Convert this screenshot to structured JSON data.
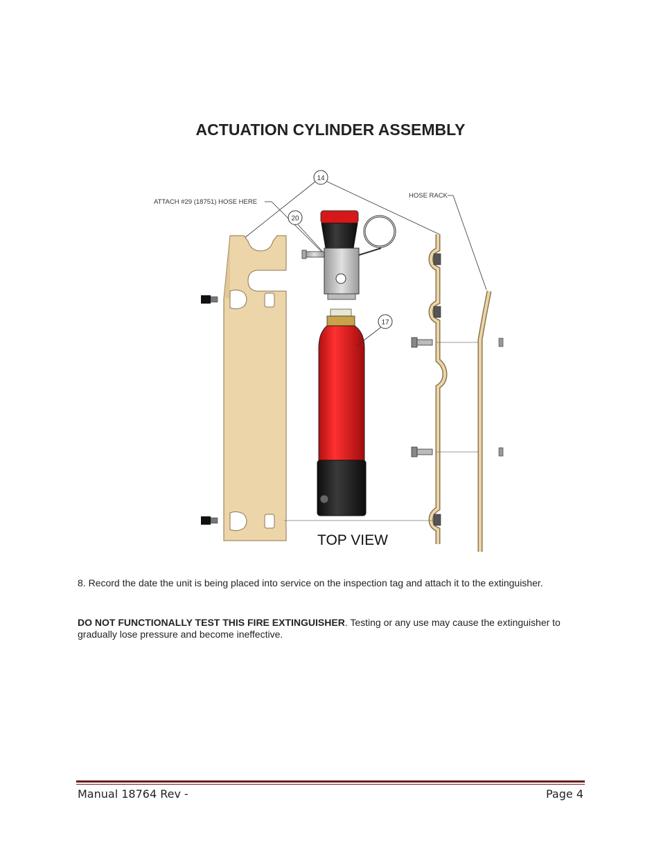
{
  "page": {
    "title": "ACTUATION CYLINDER ASSEMBLY",
    "figure": {
      "callouts": [
        "14",
        "20",
        "17"
      ],
      "labels": {
        "attach": "ATTACH #29 (18751) HOSE HERE",
        "hose_rack": "HOSE RACK",
        "top_view": "TOP VIEW"
      }
    },
    "step8": "8. Record the date the unit is being placed into service on the inspection tag and attach it to the extinguisher.",
    "warning_bold": "DO NOT FUNCTIONALLY TEST THIS FIRE EXTINGUISHER",
    "warning_text": ". Testing or any use may cause the extinguisher to gradually lose pressure and become ineffective.",
    "footer": {
      "left": "Manual 18764 Rev -",
      "right": "Page 4"
    }
  },
  "colors": {
    "bracket": "#ecd5a8",
    "cylinder_red": "#e8201f",
    "cap_black": "#1c1c1c",
    "rule": "#6b1a1a"
  }
}
